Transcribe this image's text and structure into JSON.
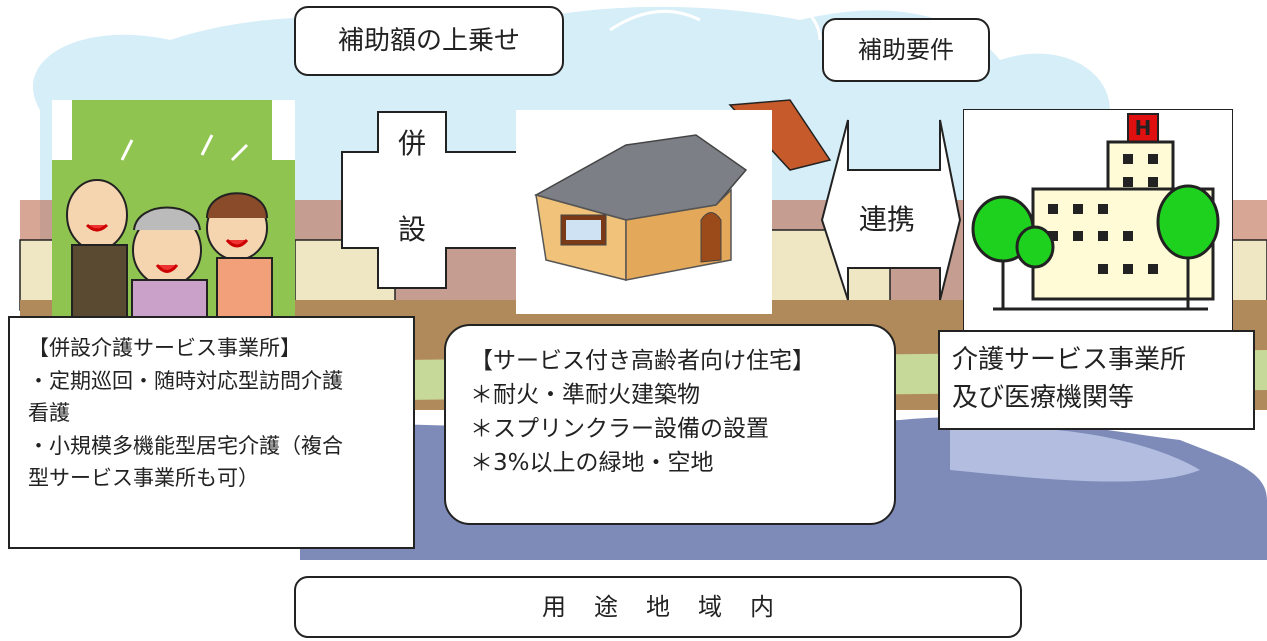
{
  "top_labels": {
    "subsidy_addition": "補助額の上乗せ",
    "subsidy_requirement": "補助要件"
  },
  "arrows": {
    "heisetsu_char1": "併",
    "heisetsu_char2": "設",
    "renkei": "連携"
  },
  "left_box": {
    "title": "【併設介護サービス事業所】",
    "line1": "・定期巡回・随時対応型訪問介護",
    "line2": "看護",
    "line3": "・小規模多機能型居宅介護（複合",
    "line4": "型サービス事業所も可）"
  },
  "center_box": {
    "title": "【サービス付き高齢者向け住宅】",
    "item1": "＊耐火・準耐火建築物",
    "item2": "＊スプリンクラー設備の設置",
    "item3": "＊3%以上の緑地・空地"
  },
  "right_box": {
    "line1": "介護サービス事業所",
    "line2": "及び医療機関等"
  },
  "bottom_box": {
    "label": "用途地域内"
  },
  "pictures": {
    "people": "elderly-people-illustration",
    "house": "house-illustration",
    "hospital": "hospital-illustration"
  },
  "colors": {
    "sky": "#d6eef8",
    "grass": "#8fc450",
    "river": "#7e8bb8",
    "tree": "#1fd11f",
    "hospital_building": "#fffbd6"
  }
}
